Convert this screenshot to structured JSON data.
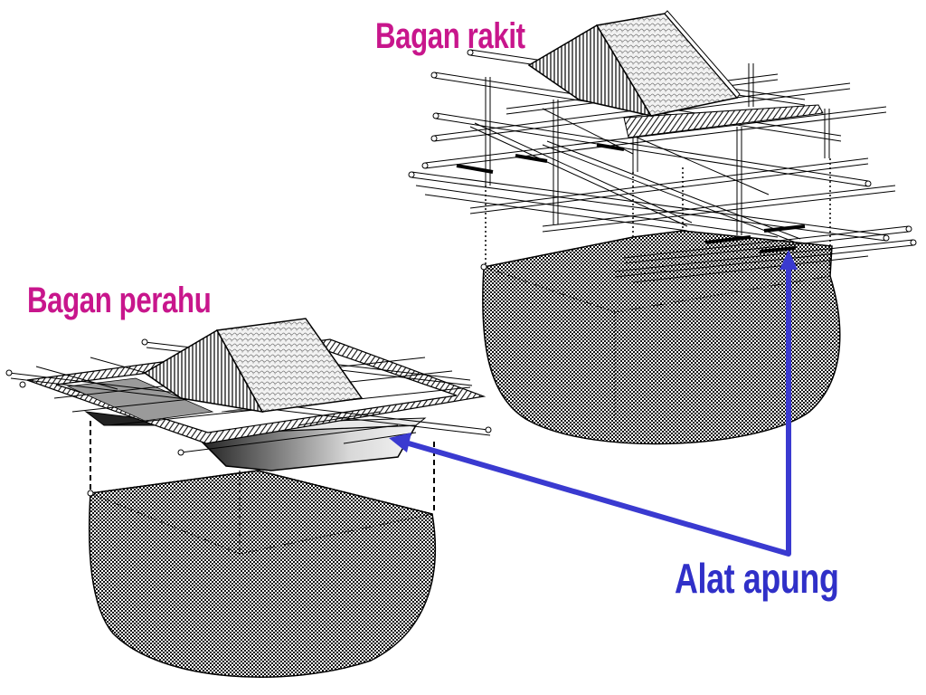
{
  "labels": {
    "bagan_rakit": "Bagan rakit",
    "bagan_perahu": "Bagan perahu",
    "alat_apung": "Alat apung"
  },
  "colors": {
    "title_label": "#c8168c",
    "callout_label": "#3030c8",
    "arrow": "#3a3ad0",
    "net": "#1a1a1a",
    "outline": "#000000"
  },
  "icons": {
    "arrowhead": "arrowhead-icon"
  }
}
